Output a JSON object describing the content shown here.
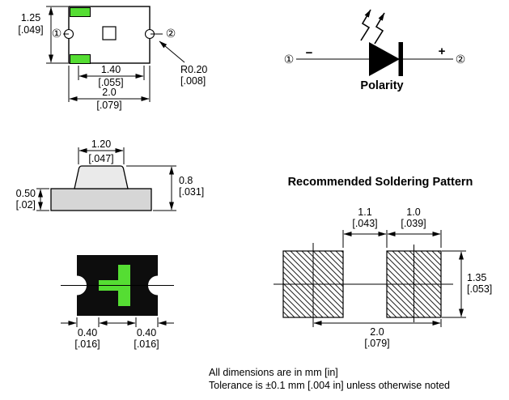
{
  "colors": {
    "green": "#55dd33",
    "black": "#0d0d0d"
  },
  "top_view": {
    "pin1": "①",
    "pin2": "②",
    "dim_height_mm": "1.25",
    "dim_height_in": "[.049]",
    "dim_inner_mm": "1.40",
    "dim_inner_in": "[.055]",
    "dim_width_mm": "2.0",
    "dim_width_in": "[.079]",
    "radius_mm": "R0.20",
    "radius_in": "[.008]"
  },
  "side_view": {
    "dim_top_mm": "1.20",
    "dim_top_in": "[.047]",
    "dim_height_mm": "0.8",
    "dim_height_in": "[.031]",
    "dim_base_mm": "0.50",
    "dim_base_in": "[.02]"
  },
  "bottom_view": {
    "dim_left_mm": "0.40",
    "dim_left_in": "[.016]",
    "dim_right_mm": "0.40",
    "dim_right_in": "[.016]"
  },
  "polarity": {
    "title": "Polarity",
    "pin1": "①",
    "pin2": "②",
    "minus": "−",
    "plus": "+"
  },
  "soldering": {
    "title": "Recommended Soldering Pattern",
    "dim_gap_mm": "1.1",
    "dim_gap_in": "[.043]",
    "dim_pad_mm": "1.0",
    "dim_pad_in": "[.039]",
    "dim_height_mm": "1.35",
    "dim_height_in": "[.053]",
    "dim_span_mm": "2.0",
    "dim_span_in": "[.079]"
  },
  "notes": {
    "line1": "All dimensions are in mm [in]",
    "line2": "Tolerance is ±0.1 mm [.004 in] unless otherwise noted"
  }
}
